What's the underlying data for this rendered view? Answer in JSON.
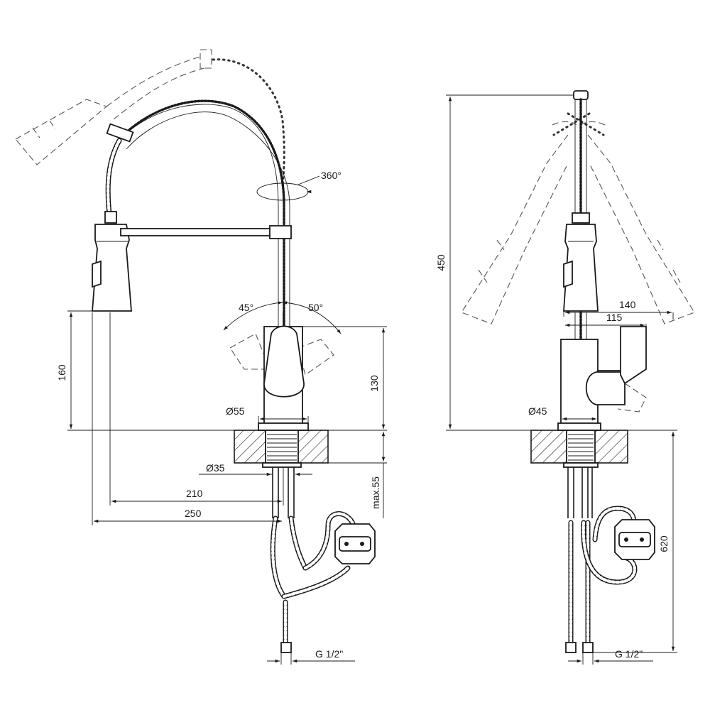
{
  "front_view": {
    "dimensions": {
      "d160": "160",
      "d130": "130",
      "d55": "Ø55",
      "d35": "Ø35",
      "d210": "210",
      "d250": "250",
      "dmax55": "max.55",
      "thread": "G 1/2\""
    },
    "angles": {
      "swivel": "360°",
      "left": "45°",
      "right": "50°"
    }
  },
  "side_view": {
    "dimensions": {
      "d450": "450",
      "d140": "140",
      "d115": "115",
      "d45": "Ø45",
      "d620": "620",
      "thread": "G 1/2\""
    }
  },
  "colors": {
    "line": "#1a1a1a",
    "background": "#ffffff"
  }
}
